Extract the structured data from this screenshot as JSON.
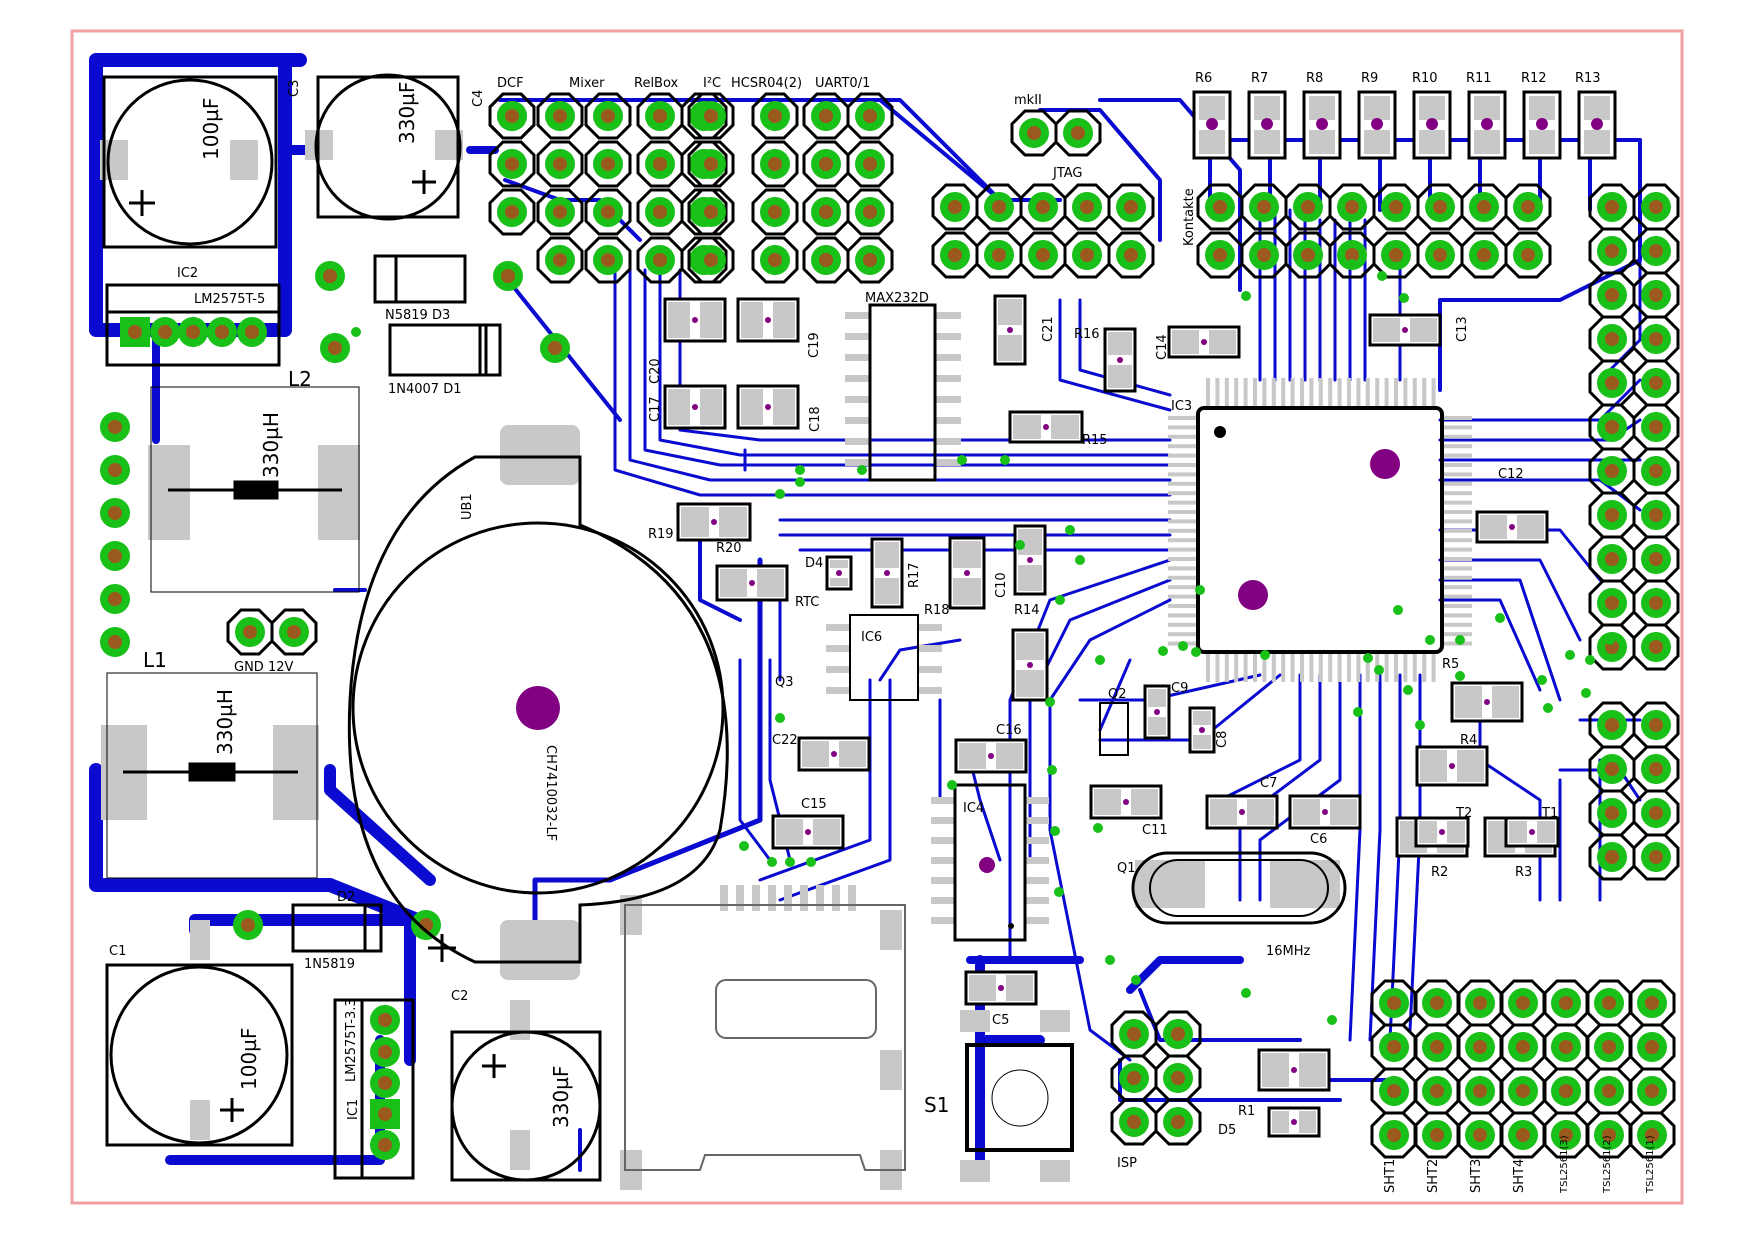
{
  "colors": {
    "trace": "#0a0ad0",
    "pad": "#18c018",
    "drill": "#9a5a1e",
    "smd": "#c8c8c8",
    "via": "#820082",
    "outline": "#000000",
    "border": "#f0a0a0"
  },
  "board": {
    "connectors": [
      "DCF",
      "Mixer",
      "RelBox",
      "I²C",
      "HCSR04(2)",
      "UART0/1",
      "mkII",
      "JTAG",
      "Kontakte",
      "GND 12V",
      "ISP"
    ],
    "resistors": [
      "R1",
      "R2",
      "R3",
      "R4",
      "R5",
      "R6",
      "R7",
      "R8",
      "R9",
      "R10",
      "R11",
      "R12",
      "R13",
      "R14",
      "R15",
      "R16",
      "R17",
      "R18",
      "R19",
      "R20"
    ],
    "capacitors": [
      "C1",
      "C2",
      "C3",
      "C4",
      "C5",
      "C6",
      "C7",
      "C8",
      "C9",
      "C10",
      "C11",
      "C12",
      "C13",
      "C14",
      "C15",
      "C16",
      "C17",
      "C18",
      "C19",
      "C20",
      "C21",
      "C22"
    ],
    "ics": [
      "IC1",
      "IC2",
      "IC3",
      "IC4",
      "IC6",
      "MAX232D",
      "LM2575T-5",
      "LM2575T-3.3"
    ],
    "parts": {
      "ub1": "UB1",
      "battery": "CH7410032-LF",
      "l1": "L1",
      "l2": "L2",
      "d1": "1N4007 D1",
      "d2": "D2",
      "d3": "N5819 D3",
      "d2_part": "1N5819",
      "d4": "D4",
      "d5": "D5",
      "q1": "Q1",
      "q2": "Q2",
      "q3": "Q3",
      "t1": "T1",
      "t2": "T2",
      "s1": "S1",
      "rtc": "RTC",
      "xtal": "16MHz"
    },
    "values": {
      "c3": "100µF",
      "c4": "330µF",
      "c1": "100µF",
      "c2": "330µF",
      "l1": "330µH",
      "l2": "330µH"
    },
    "sensors": [
      "SHT1",
      "SHT2",
      "SHT3",
      "SHT4",
      "TSL2561(3)",
      "TSL2561(2)",
      "TSL2561(1)"
    ]
  }
}
